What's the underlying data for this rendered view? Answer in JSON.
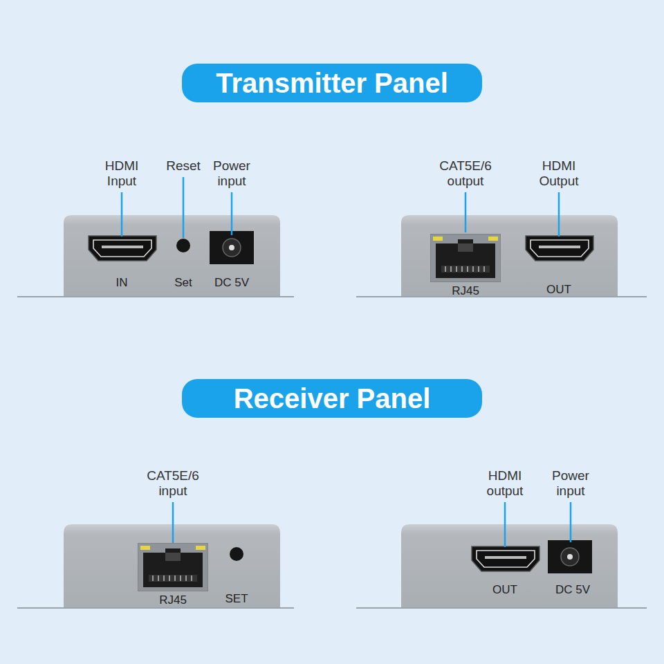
{
  "diagram": {
    "nodes": [
      {
        "text": [
          "Transmitter Panel"
        ]
      },
      {
        "text": [
          "IN",
          "Set",
          "DC 5V"
        ]
      },
      {
        "text": [
          "RJ45",
          "OUT"
        ]
      },
      {
        "text": [
          "Receiver Panel"
        ]
      },
      {
        "text": [
          "RJ45",
          "SET"
        ]
      },
      {
        "text": [
          "OUT",
          "DC 5V"
        ]
      }
    ],
    "labels": [
      "HDMI Input",
      "Reset",
      "Power input",
      "CAT5E/6 output",
      "HDMI Output",
      "CAT5E/6 input",
      "HDMI output",
      "Power input"
    ]
  }
}
